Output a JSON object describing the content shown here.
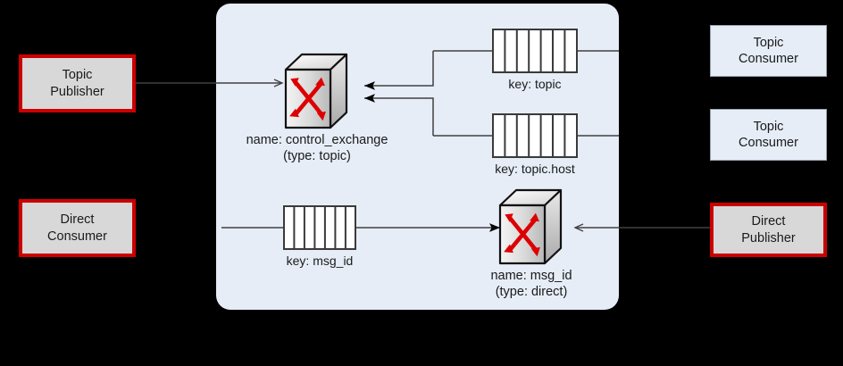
{
  "diagram": {
    "title": "AMQP message broker routing diagram",
    "colors": {
      "panel_fill": "#e6edf7",
      "publisher_border": "#cc0000",
      "publisher_fill": "#d8d8d8",
      "consumer_fill": "#e6edf7",
      "consumer_border": "#9aa3ae",
      "line": "#404040",
      "exchange_arrows": "#dd0000",
      "background": "#000000"
    }
  },
  "endpoints": {
    "topic_publisher": {
      "label": "Topic\nPublisher"
    },
    "direct_consumer": {
      "label": "Direct\nConsumer"
    },
    "topic_consumer_1": {
      "label": "Topic\nConsumer"
    },
    "topic_consumer_2": {
      "label": "Topic\nConsumer"
    },
    "direct_publisher": {
      "label": "Direct\nPublisher"
    }
  },
  "exchanges": {
    "control": {
      "name_label": "name: control_exchange",
      "type_label": "(type: topic)",
      "icon": "exchange-icon"
    },
    "msg_id": {
      "name_label": "name: msg_id",
      "type_label": "(type: direct)",
      "icon": "exchange-icon"
    }
  },
  "queues": [
    {
      "id": "topic",
      "label": "key: topic"
    },
    {
      "id": "topic_host",
      "label": "key: topic.host"
    },
    {
      "id": "msg_id",
      "label": "key: msg_id"
    }
  ]
}
